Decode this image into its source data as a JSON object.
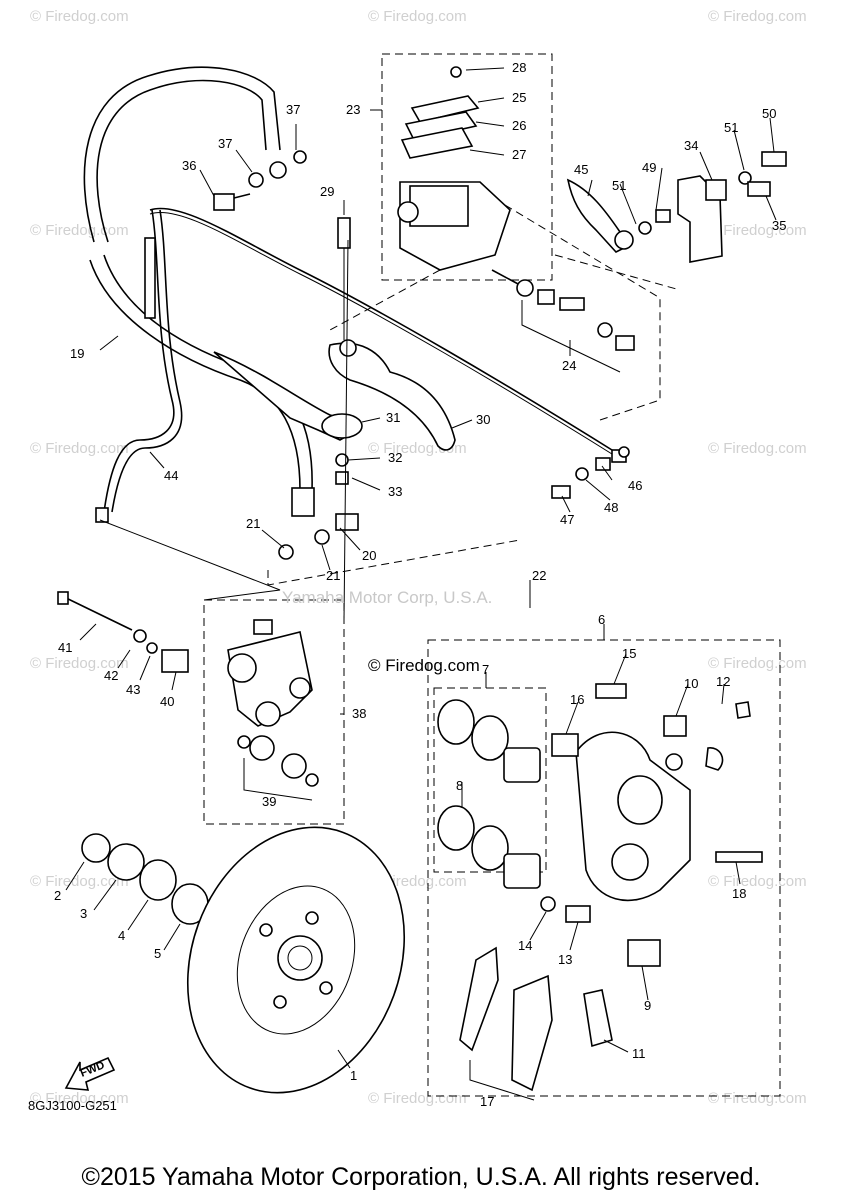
{
  "watermark_text": "© Firedog.com",
  "center_watermark_text": "© Firedog.com",
  "yamaha_watermark": "Yamaha Motor Corp, U.S.A.",
  "diagram_code": "8GJ3100-G251",
  "fwd_label": "FWD",
  "footer": "©2015 Yamaha Motor Corporation, U.S.A. All rights reserved.",
  "part_numbers": [
    "1",
    "2",
    "3",
    "4",
    "5",
    "6",
    "7",
    "8",
    "9",
    "10",
    "11",
    "12",
    "13",
    "14",
    "15",
    "16",
    "17",
    "18",
    "19",
    "20",
    "21",
    "22",
    "23",
    "24",
    "25",
    "26",
    "27",
    "28",
    "29",
    "30",
    "31",
    "32",
    "33",
    "34",
    "35",
    "36",
    "37",
    "38",
    "39",
    "40",
    "41",
    "42",
    "43",
    "44",
    "45",
    "46",
    "47",
    "48",
    "49",
    "50",
    "51"
  ]
}
